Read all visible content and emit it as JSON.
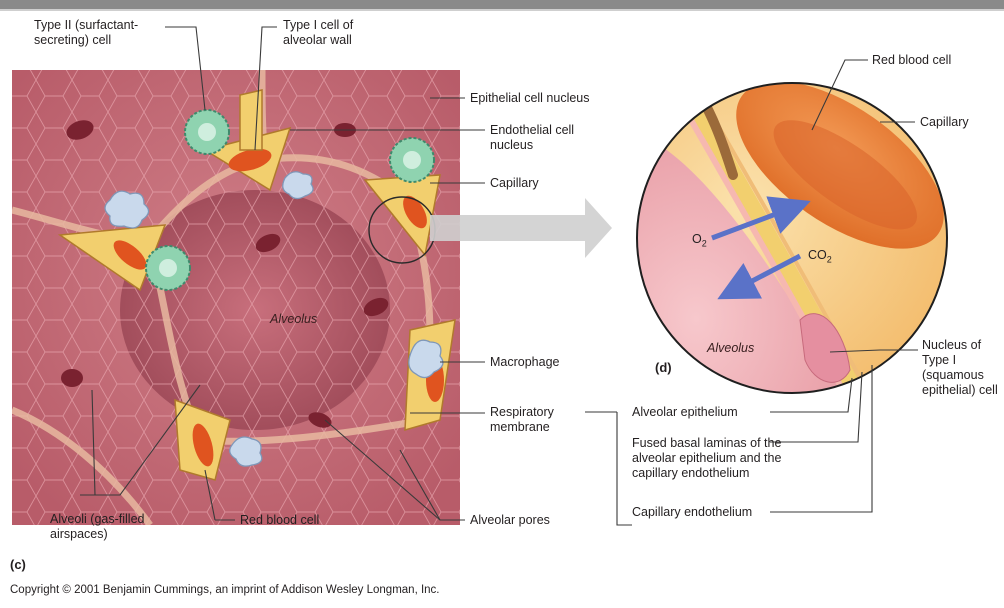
{
  "figure": {
    "panel_c": "(c)",
    "panel_d": "(d)",
    "copyright": "Copyright © 2001 Benjamin Cummings, an imprint of Addison Wesley Longman, Inc."
  },
  "labels_c": {
    "type2_cell": "Type II (surfactant-secreting) cell",
    "type1_cell": "Type I cell of alveolar wall",
    "epithelial_nucleus": "Epithelial cell nucleus",
    "endothelial_nucleus": "Endothelial cell nucleus",
    "capillary": "Capillary",
    "alveolus": "Alveolus",
    "macrophage": "Macrophage",
    "respiratory_membrane": "Respiratory membrane",
    "alveoli": "Alveoli (gas-filled airspaces)",
    "red_blood_cell": "Red blood cell",
    "alveolar_pores": "Alveolar pores"
  },
  "labels_d": {
    "red_blood_cell": "Red blood cell",
    "capillary": "Capillary",
    "o2": "O",
    "o2_sub": "2",
    "co2": "CO",
    "co2_sub": "2",
    "alveolus": "Alveolus",
    "nucleus_type1": "Nucleus of Type I (squamous epithelial) cell",
    "alveolar_epithelium": "Alveolar epithelium",
    "fused_basal": "Fused basal laminas of the alveolar epithelium and the capillary endothelium",
    "capillary_endothelium": "Capillary endothelium"
  },
  "colors": {
    "tissue": "#c9707b",
    "tissue_dark": "#a64e5c",
    "capillary_yellow": "#f2cf6e",
    "rbc": "#e0541f",
    "type2_green": "#8fd3b0",
    "macrophage_blue": "#c9d9ec",
    "arrow_blue": "#5a72c8",
    "leader": "#3a3a3a"
  }
}
